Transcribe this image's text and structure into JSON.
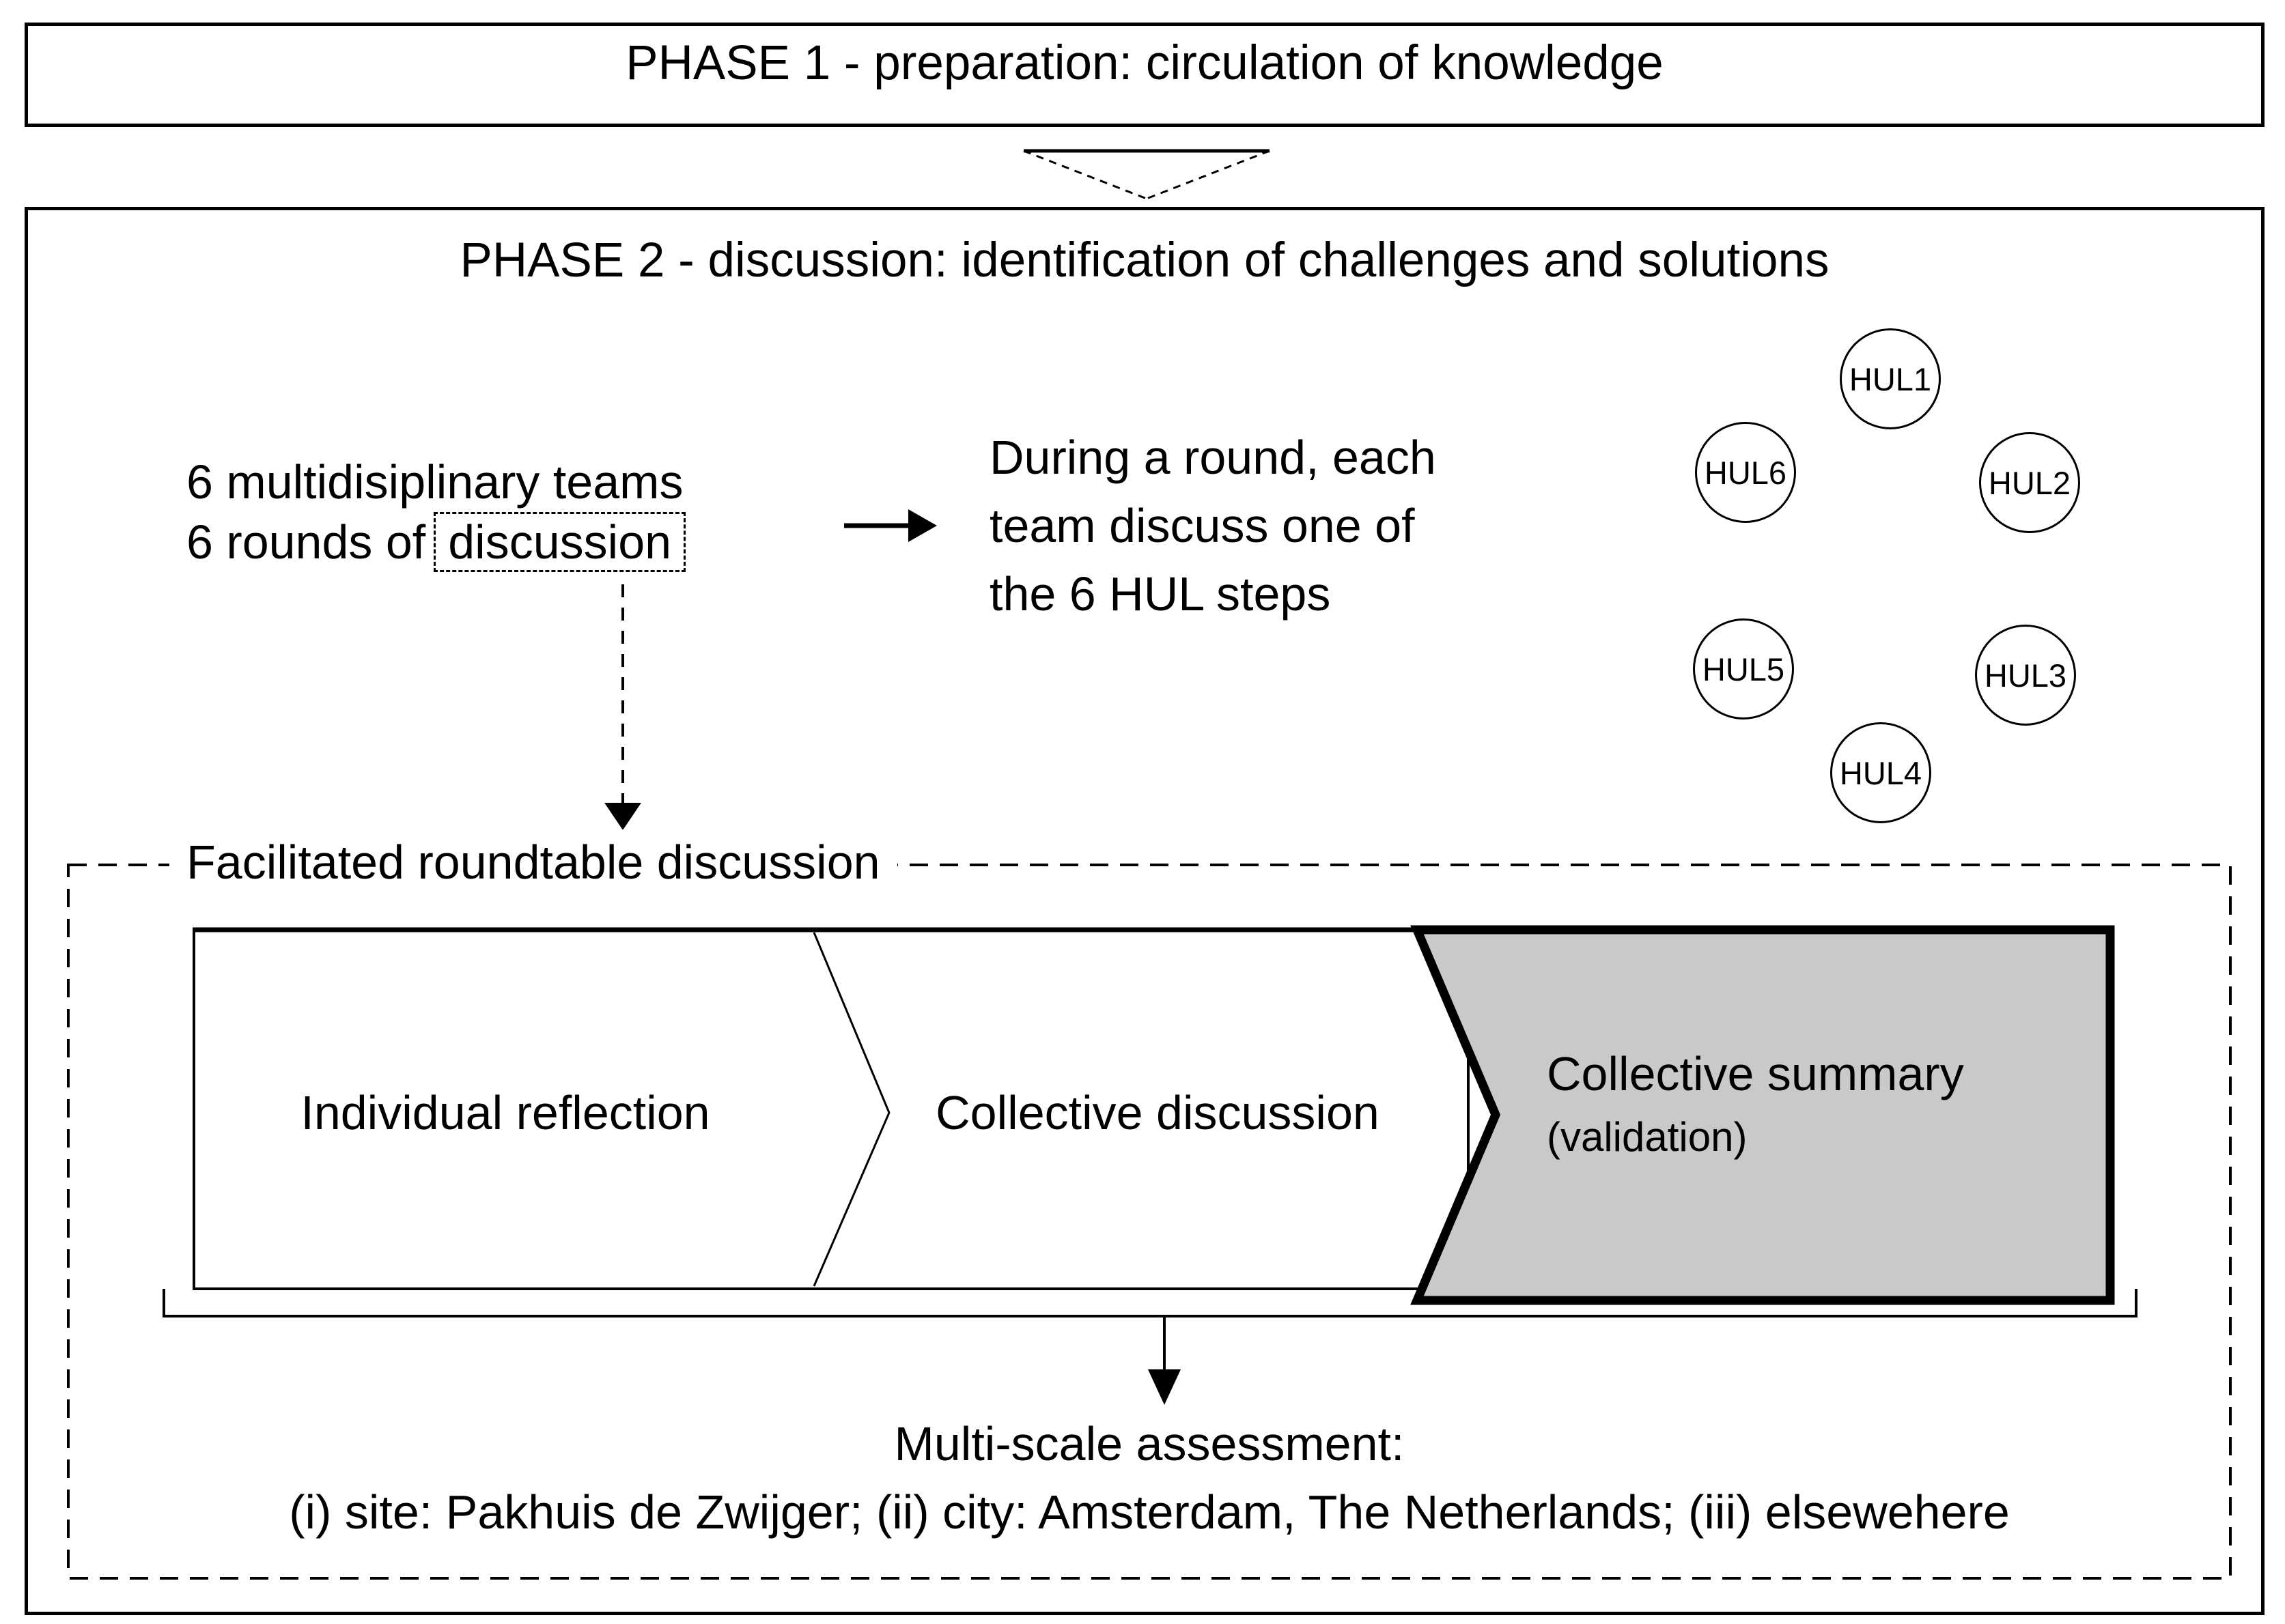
{
  "phase1": {
    "title": "PHASE 1 - preparation: circulation of knowledge"
  },
  "phase2": {
    "title": "PHASE 2 - discussion: identification of challenges and solutions",
    "teams": {
      "line1": "6 multidisiplinary teams",
      "line2_prefix": "6 rounds of",
      "line2_boxed": "discussion"
    },
    "during_lines": [
      "During a round, each",
      "team discuss one of",
      "the 6 HUL steps"
    ],
    "hul_labels": [
      "HUL1",
      "HUL2",
      "HUL3",
      "HUL4",
      "HUL5",
      "HUL6"
    ],
    "roundtable": {
      "label": "Facilitated roundtable discussion",
      "step1": "Individual reflection",
      "step2": "Collective discussion",
      "step3": "Collective summary",
      "step3_sub": "(validation)"
    },
    "assessment": {
      "line1": "Multi-scale assessment:",
      "line2": "(i) site: Pakhuis de Zwijger; (ii) city: Amsterdam, The Netherlands; (iii) elsewehere"
    }
  },
  "colors": {
    "ink": "#000000",
    "paper": "#ffffff",
    "summary_fill": "#c9c9c9"
  }
}
